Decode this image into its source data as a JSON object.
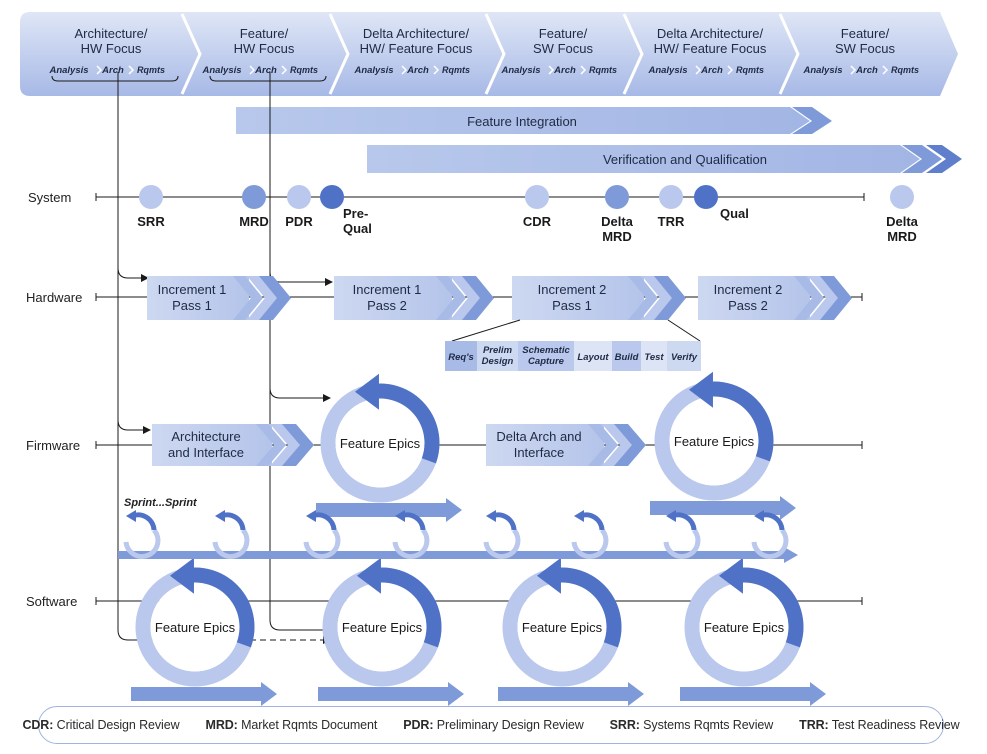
{
  "phases": [
    {
      "title": [
        "Architecture/",
        "HW Focus"
      ],
      "sub": [
        "Analysis",
        "Arch",
        "Rqmts"
      ]
    },
    {
      "title": [
        "Feature/",
        "HW Focus"
      ],
      "sub": [
        "Analysis",
        "Arch",
        "Rqmts"
      ]
    },
    {
      "title": [
        "Delta Architecture/",
        "HW/ Feature Focus"
      ],
      "sub": [
        "Analysis",
        "Arch",
        "Rqmts"
      ]
    },
    {
      "title": [
        "Feature/",
        "SW Focus"
      ],
      "sub": [
        "Analysis",
        "Arch",
        "Rqmts"
      ]
    },
    {
      "title": [
        "Delta Architecture/",
        "HW/ Feature Focus"
      ],
      "sub": [
        "Analysis",
        "Arch",
        "Rqmts"
      ]
    },
    {
      "title": [
        "Feature/",
        "SW Focus"
      ],
      "sub": [
        "Analysis",
        "Arch",
        "Rqmts"
      ]
    }
  ],
  "bands": {
    "integration": "Feature Integration",
    "verification": "Verification and Qualification"
  },
  "lanes": {
    "system": "System",
    "hardware": "Hardware",
    "firmware": "Firmware",
    "software": "Software"
  },
  "milestones": [
    {
      "label": [
        "SRR"
      ],
      "shade": "light"
    },
    {
      "label": [
        "MRD"
      ],
      "shade": "mid"
    },
    {
      "label": [
        "PDR"
      ],
      "shade": "light"
    },
    {
      "label": [
        "Pre-",
        "Qual"
      ],
      "shade": "dark"
    },
    {
      "label": [
        "CDR"
      ],
      "shade": "light"
    },
    {
      "label": [
        "Delta",
        "MRD"
      ],
      "shade": "mid"
    },
    {
      "label": [
        "TRR"
      ],
      "shade": "light"
    },
    {
      "label": [
        "Qual"
      ],
      "shade": "dark"
    },
    {
      "label": [
        "Delta",
        "MRD"
      ],
      "shade": "light"
    }
  ],
  "hardware_blocks": [
    [
      "Increment 1",
      "Pass 1"
    ],
    [
      "Increment 1",
      "Pass 2"
    ],
    [
      "Increment 2",
      "Pass 1"
    ],
    [
      "Increment 2",
      "Pass 2"
    ]
  ],
  "hw_steps": [
    "Req's",
    "Prelim Design",
    "Schematic Capture",
    "Layout",
    "Build",
    "Test",
    "Verify"
  ],
  "firmware_blocks": [
    [
      "Architecture",
      "and Interface"
    ],
    [
      "Delta Arch and",
      "Interface"
    ]
  ],
  "epic_label": "Feature Epics",
  "sprint_label": "Sprint...Sprint",
  "legend": [
    {
      "abbr": "CDR",
      "text": "Critical Design Review"
    },
    {
      "abbr": "MRD",
      "text": "Market Rqmts Document"
    },
    {
      "abbr": "PDR",
      "text": "Preliminary Design Review"
    },
    {
      "abbr": "SRR",
      "text": "Systems Rqmts Review"
    },
    {
      "abbr": "TRR",
      "text": "Test Readiness Review"
    }
  ],
  "colors": {
    "dark": "#4f72c6",
    "mid": "#7f9ad8",
    "light": "#b9c8ec",
    "pale": "#dde4f5",
    "line": "#1a1a1a"
  }
}
